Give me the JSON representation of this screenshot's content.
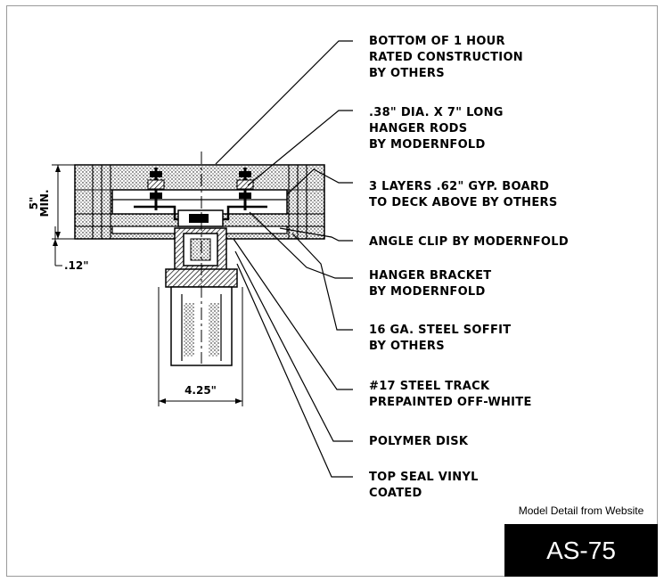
{
  "callouts": [
    {
      "id": "bottom-construction",
      "lines": [
        "BOTTOM OF 1 HOUR",
        "RATED CONSTRUCTION",
        "BY OTHERS"
      ]
    },
    {
      "id": "hanger-rods",
      "lines": [
        ".38\" DIA. X 7\" LONG",
        "HANGER RODS",
        "BY MODERNFOLD"
      ]
    },
    {
      "id": "gyp-board",
      "lines": [
        "3 LAYERS .62\" GYP. BOARD",
        "TO DECK ABOVE BY OTHERS"
      ]
    },
    {
      "id": "angle-clip",
      "lines": [
        "ANGLE CLIP BY MODERNFOLD"
      ]
    },
    {
      "id": "hanger-bracket",
      "lines": [
        "HANGER BRACKET",
        "BY MODERNFOLD"
      ]
    },
    {
      "id": "steel-soffit",
      "lines": [
        "16 GA. STEEL SOFFIT",
        "BY OTHERS"
      ]
    },
    {
      "id": "steel-track",
      "lines": [
        "#17 STEEL TRACK",
        "PREPAINTED OFF-WHITE"
      ]
    },
    {
      "id": "polymer-disk",
      "lines": [
        "POLYMER DISK"
      ]
    },
    {
      "id": "top-seal",
      "lines": [
        "TOP SEAL VINYL",
        "COATED"
      ]
    }
  ],
  "dimensions": {
    "height_value": "5\"",
    "height_note": "MIN.",
    "offset": ".12\"",
    "track_width": "4.25\""
  },
  "caption": "Model Detail from Website",
  "model_tag": "AS-75"
}
